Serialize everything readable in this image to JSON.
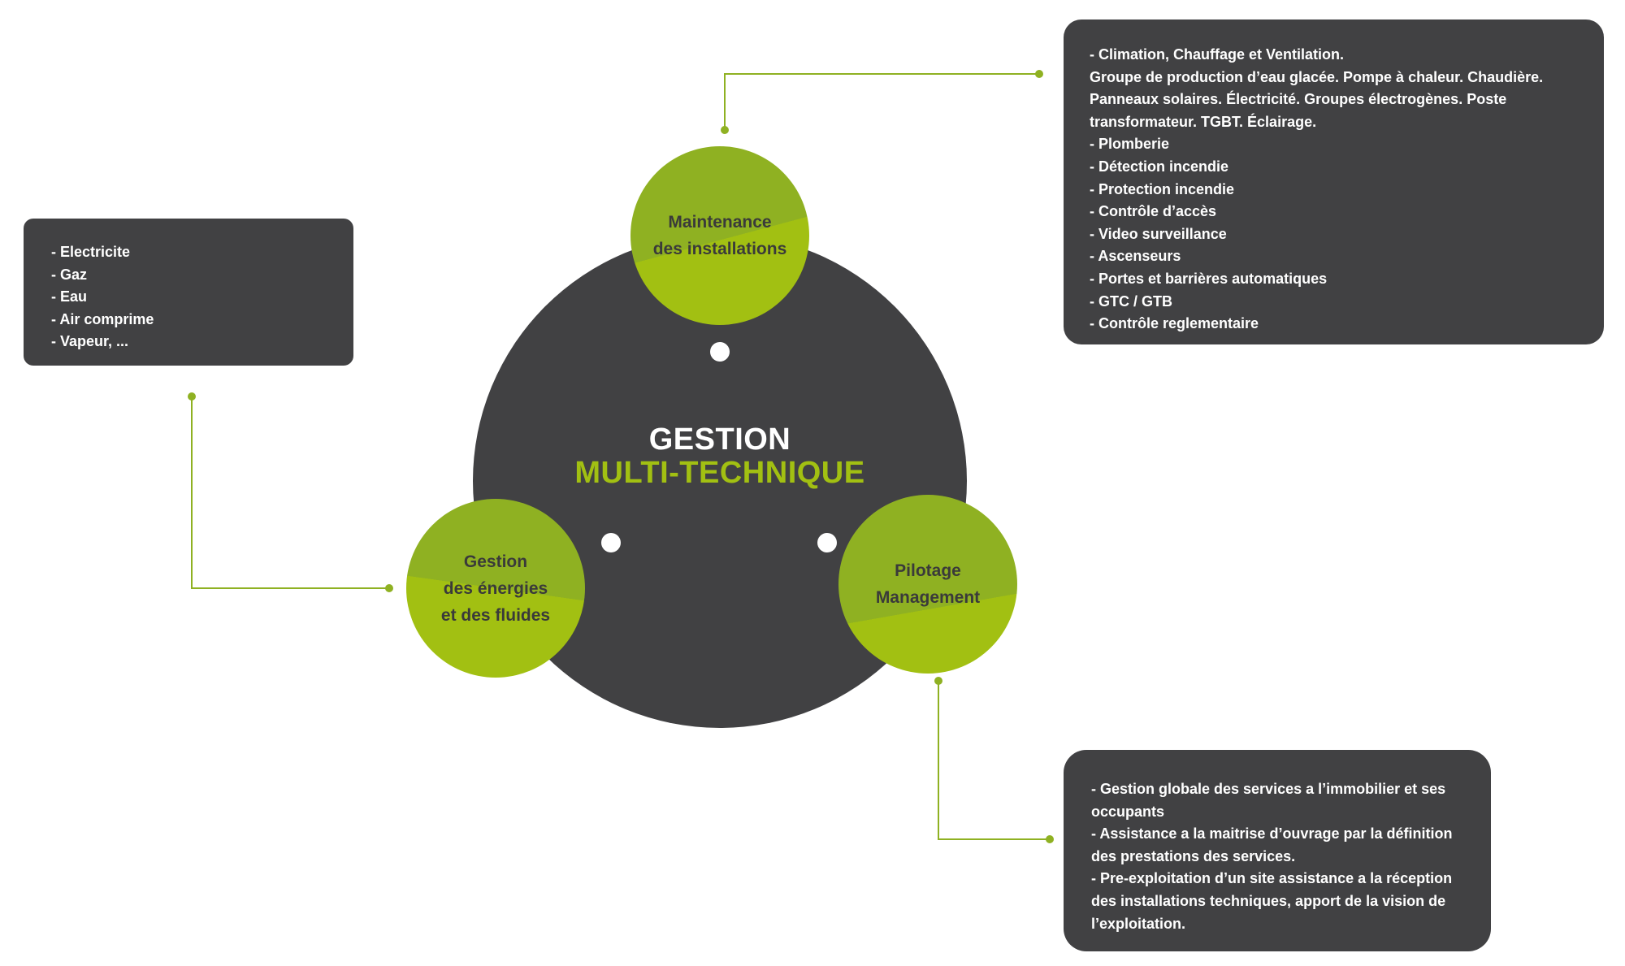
{
  "title": {
    "line1": "GESTION",
    "line2": "MULTI-TECHNIQUE"
  },
  "colors": {
    "dark": "#414143",
    "green": "#a0c010",
    "green_dark": "#8fb122",
    "line": "#8fb122"
  },
  "nodes": {
    "maintenance": {
      "line1": "Maintenance",
      "line2": "des installations"
    },
    "energies": {
      "line1": "Gestion",
      "line2": "des énergies",
      "line3": "et des fluides"
    },
    "pilotage": {
      "line1": "Pilotage",
      "line2": "Management"
    }
  },
  "boxes": {
    "maintenance": [
      "- Climation, Chauffage et Ventilation.",
      "Groupe de production d’eau glacée. Pompe à chaleur. Chaudière.",
      "Panneaux solaires. Électricité. Groupes électrogènes. Poste",
      "transformateur. TGBT. Éclairage.",
      "- Plomberie",
      "- Détection incendie",
      "- Protection incendie",
      "- Contrôle d’accès",
      "- Video surveillance",
      "- Ascenseurs",
      "- Portes et barrières automatiques",
      "- GTC / GTB",
      "- Contrôle reglementaire"
    ],
    "energies": [
      "- Electricite",
      "- Gaz",
      "- Eau",
      "- Air comprime",
      "- Vapeur, ..."
    ],
    "pilotage": [
      "- Gestion globale des services a l’immobilier et ses",
      "occupants",
      "- Assistance a la maitrise d’ouvrage par la définition",
      "des prestations des services.",
      "- Pre-exploitation d’un site assistance a la réception",
      "des installations techniques, apport de la vision de",
      "l’exploitation."
    ]
  }
}
